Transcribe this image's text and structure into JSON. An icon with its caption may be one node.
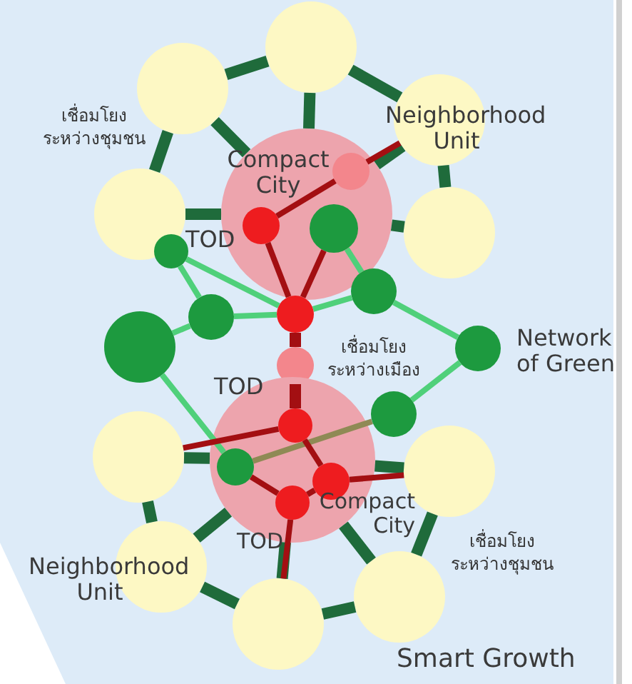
{
  "diagram": {
    "nodes": [
      {
        "text": [],
        "shape": "circle"
      },
      {
        "text": [],
        "shape": "circle"
      },
      {
        "text": [
          "Neighborhood Unit"
        ]
      },
      {
        "text": [
          "Compact City"
        ]
      },
      {
        "text": [],
        "shape": "circle"
      },
      {
        "text": [],
        "shape": "circle"
      },
      {
        "text": [],
        "shape": "circle",
        "in": 3
      },
      {
        "text": [],
        "shape": "circle",
        "in": 3,
        "beside": [
          "TOD"
        ]
      },
      {
        "text": [],
        "shape": "circle",
        "in": 3
      },
      {
        "text": [],
        "shape": "circle"
      },
      {
        "text": [],
        "shape": "circle"
      },
      {
        "text": [],
        "shape": "circle"
      },
      {
        "text": [],
        "shape": "circle"
      },
      {
        "text": [],
        "shape": "circle"
      },
      {
        "text": [],
        "shape": "circle",
        "beside": [
          "Network of Green"
        ]
      },
      {
        "text": [],
        "shape": "circle",
        "beside": [
          "TOD"
        ]
      },
      {
        "text": [],
        "shape": "circle"
      },
      {
        "text": [
          "Compact City"
        ]
      },
      {
        "text": [],
        "shape": "circle",
        "in": 17
      },
      {
        "text": [],
        "shape": "circle",
        "in": 17
      },
      {
        "text": [],
        "shape": "circle",
        "in": 17
      },
      {
        "text": [],
        "shape": "circle",
        "in": 17,
        "beside": [
          "TOD"
        ]
      },
      {
        "text": [],
        "shape": "circle"
      },
      {
        "text": [],
        "shape": "circle"
      },
      {
        "text": [
          "Neighborhood Unit"
        ]
      },
      {
        "text": [],
        "shape": "circle"
      },
      {
        "text": [],
        "shape": "circle"
      }
    ],
    "edges": [
      {
        "from": 0,
        "to": 1,
        "arrow": "none",
        "style": "thick"
      },
      {
        "from": 1,
        "to": 2,
        "arrow": "none",
        "style": "thick"
      },
      {
        "from": 0,
        "to": 4,
        "arrow": "none",
        "style": "thick"
      },
      {
        "from": 2,
        "to": 5,
        "arrow": "none",
        "style": "thick"
      },
      {
        "from": 0,
        "to": 3,
        "arrow": "none",
        "style": "thick"
      },
      {
        "from": 1,
        "to": 3,
        "arrow": "none",
        "style": "thick"
      },
      {
        "from": 2,
        "to": 3,
        "arrow": "none",
        "style": "thick"
      },
      {
        "from": 4,
        "to": 3,
        "arrow": "none",
        "style": "thick"
      },
      {
        "from": 5,
        "to": 3,
        "arrow": "none",
        "style": "thick"
      },
      {
        "from": 22,
        "to": 24,
        "arrow": "none",
        "style": "thick"
      },
      {
        "from": 24,
        "to": 26,
        "arrow": "none",
        "style": "thick"
      },
      {
        "from": 26,
        "to": 25,
        "arrow": "none",
        "style": "thick"
      },
      {
        "from": 25,
        "to": 23,
        "arrow": "none",
        "style": "thick"
      },
      {
        "from": 22,
        "to": 17,
        "arrow": "none",
        "style": "thick"
      },
      {
        "from": 24,
        "to": 17,
        "arrow": "none",
        "style": "thick"
      },
      {
        "from": 26,
        "to": 17,
        "arrow": "none",
        "style": "thick"
      },
      {
        "from": 25,
        "to": 17,
        "arrow": "none",
        "style": "thick"
      },
      {
        "from": 23,
        "to": 17,
        "arrow": "none",
        "style": "thick"
      },
      {
        "from": 9,
        "to": 12,
        "arrow": "none",
        "color": "#4fd07a"
      },
      {
        "from": 9,
        "to": 11,
        "arrow": "none",
        "color": "#4fd07a"
      },
      {
        "from": 11,
        "to": 12,
        "arrow": "none",
        "color": "#4fd07a"
      },
      {
        "from": 13,
        "to": 11,
        "arrow": "none",
        "color": "#4fd07a"
      },
      {
        "from": 8,
        "to": 10,
        "arrow": "none",
        "color": "#4fd07a"
      },
      {
        "from": 12,
        "to": 10,
        "arrow": "none",
        "color": "#4fd07a"
      },
      {
        "from": 10,
        "to": 14,
        "arrow": "none",
        "color": "#4fd07a"
      },
      {
        "from": 14,
        "to": 16,
        "arrow": "none",
        "color": "#4fd07a"
      },
      {
        "from": 13,
        "to": 19,
        "arrow": "none",
        "color": "#4fd07a"
      },
      {
        "from": 19,
        "to": 16,
        "arrow": "none",
        "color": "#8f8a55"
      },
      {
        "from": 7,
        "to": 6,
        "arrow": "none",
        "color": "#a30f12"
      },
      {
        "from": 6,
        "to": 2,
        "arrow": "none",
        "color": "#a30f12"
      },
      {
        "from": 7,
        "to": 12,
        "arrow": "none",
        "color": "#a30f12"
      },
      {
        "from": 8,
        "to": 12,
        "arrow": "none",
        "color": "#a30f12"
      },
      {
        "from": 12,
        "to": 15,
        "arrow": "none",
        "style": "thick",
        "color": "#a30f12"
      },
      {
        "from": 15,
        "to": 18,
        "arrow": "none",
        "style": "thick",
        "color": "#a30f12"
      },
      {
        "from": 22,
        "to": 18,
        "arrow": "none",
        "color": "#a30f12"
      },
      {
        "from": 18,
        "to": 20,
        "arrow": "none",
        "color": "#a30f12"
      },
      {
        "from": 20,
        "to": 23,
        "arrow": "none",
        "color": "#a30f12"
      },
      {
        "from": 19,
        "to": 21,
        "arrow": "none",
        "color": "#a30f12"
      },
      {
        "from": 21,
        "to": 20,
        "arrow": "none",
        "color": "#a30f12"
      },
      {
        "from": 21,
        "to": 26,
        "arrow": "none",
        "color": "#a30f12"
      }
    ],
    "labels": [
      "เชื่อมโยงระหว่างชุมชน",
      "เชื่อมโยงระหว่างเมือง",
      "เชื่อมโยงระหว่างชุมชน",
      "Smart Growth"
    ]
  }
}
